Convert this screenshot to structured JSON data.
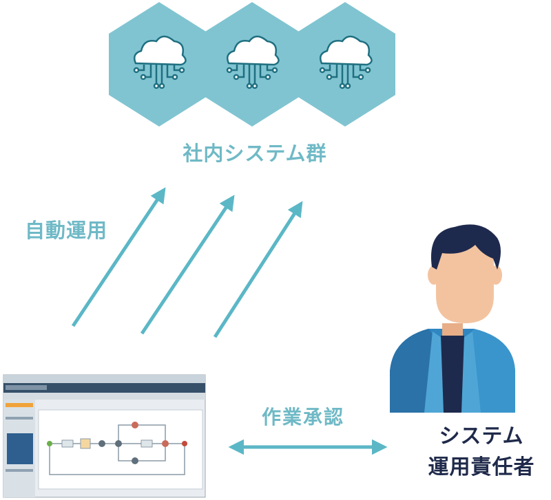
{
  "labels": {
    "systems": "社内システム群",
    "auto_ops": "自動運用",
    "approval": "作業承認",
    "person_line1": "システム",
    "person_line2": "運用責任者"
  },
  "colors": {
    "teal": "#7fc3d0",
    "arrow": "#5bb7c6",
    "text_teal": "#6fb9c6",
    "text_dark": "#1f2a4a",
    "jacket": "#2f86c1",
    "jacket_dark": "#2a72a8",
    "skin": "#f3c3a0",
    "hair": "#1e2a4d",
    "shirt": "#1e2a4d"
  },
  "icons": [
    "cloud-circuit-icon",
    "cloud-circuit-icon",
    "cloud-circuit-icon",
    "person-avatar-icon",
    "workflow-screenshot"
  ]
}
